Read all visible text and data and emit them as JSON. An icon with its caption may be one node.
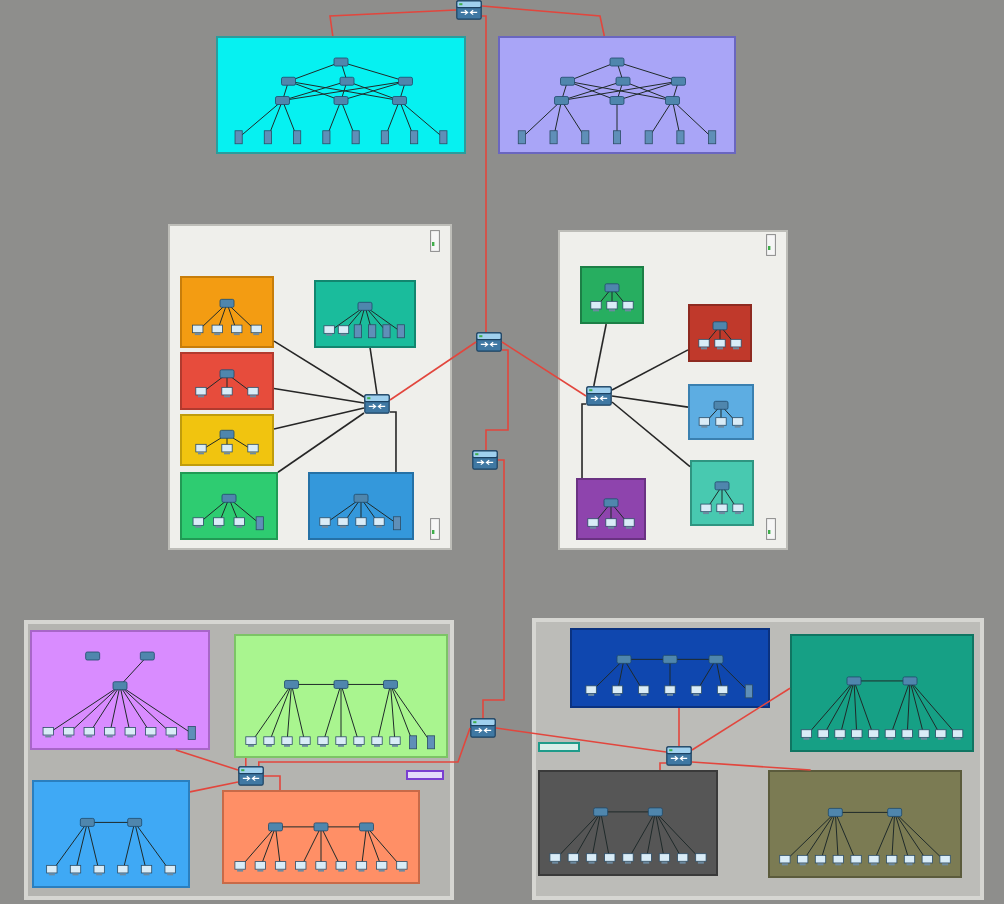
{
  "diagram": {
    "nodes": [
      {
        "text": [],
        "shape": "picture"
      },
      {
        "text": [],
        "shape": "box"
      },
      {
        "text": [],
        "shape": "box"
      },
      {
        "text": [],
        "shape": "box"
      },
      {
        "text": [],
        "shape": "box"
      },
      {
        "text": [],
        "shape": "picture",
        "in": 3
      },
      {
        "text": [],
        "shape": "box",
        "in": 3
      },
      {
        "text": [],
        "shape": "box",
        "in": 3
      },
      {
        "text": [],
        "shape": "box",
        "in": 3
      },
      {
        "text": [],
        "shape": "box",
        "in": 3
      },
      {
        "text": [],
        "shape": "box",
        "in": 3
      },
      {
        "text": [],
        "shape": "box",
        "in": 3
      },
      {
        "text": [],
        "shape": "picture",
        "in": 4
      },
      {
        "text": [],
        "shape": "box",
        "in": 4
      },
      {
        "text": [],
        "shape": "box",
        "in": 4
      },
      {
        "text": [],
        "shape": "box",
        "in": 4
      },
      {
        "text": [],
        "shape": "box",
        "in": 4
      },
      {
        "text": [],
        "shape": "box",
        "in": 4
      },
      {
        "text": [],
        "shape": "picture"
      },
      {
        "text": [],
        "shape": "picture"
      },
      {
        "text": [],
        "shape": "box"
      },
      {
        "text": [],
        "shape": "box",
        "in": 20
      },
      {
        "text": [],
        "shape": "box",
        "in": 20
      },
      {
        "text": [],
        "shape": "box",
        "in": 20
      },
      {
        "text": [],
        "shape": "box",
        "in": 20
      },
      {
        "text": [],
        "shape": "picture",
        "in": 20
      },
      {
        "text": [],
        "shape": "picture"
      },
      {
        "text": [],
        "shape": "box"
      },
      {
        "text": [],
        "shape": "box",
        "in": 27
      },
      {
        "text": [],
        "shape": "box",
        "in": 27
      },
      {
        "text": [],
        "shape": "box",
        "in": 27
      },
      {
        "text": [],
        "shape": "box",
        "in": 27
      },
      {
        "text": [],
        "shape": "picture",
        "in": 27
      },
      {
        "text": [],
        "shape": "box",
        "in": 20
      },
      {
        "text": [],
        "shape": "box",
        "in": 27
      }
    ],
    "edges": [
      {
        "from": 0,
        "to": 1,
        "arrow": "none"
      },
      {
        "from": 0,
        "to": 2,
        "arrow": "none"
      },
      {
        "from": 0,
        "to": 18,
        "arrow": "none"
      },
      {
        "from": 18,
        "to": 19,
        "arrow": "none"
      },
      {
        "from": 19,
        "to": 26,
        "arrow": "none"
      },
      {
        "from": 18,
        "to": 5,
        "arrow": "none"
      },
      {
        "from": 18,
        "to": 12,
        "arrow": "none"
      },
      {
        "from": 26,
        "to": 25,
        "arrow": "none"
      },
      {
        "from": 26,
        "to": 32,
        "arrow": "none"
      },
      {
        "from": 25,
        "to": 21,
        "arrow": "none"
      },
      {
        "from": 25,
        "to": 22,
        "arrow": "none"
      },
      {
        "from": 25,
        "to": 23,
        "arrow": "none"
      },
      {
        "from": 25,
        "to": 24,
        "arrow": "none"
      },
      {
        "from": 32,
        "to": 28,
        "arrow": "none"
      },
      {
        "from": 32,
        "to": 29,
        "arrow": "none"
      },
      {
        "from": 32,
        "to": 30,
        "arrow": "none"
      },
      {
        "from": 32,
        "to": 31,
        "arrow": "none"
      },
      {
        "from": 5,
        "to": 6,
        "arrow": "none",
        "color": "#262626"
      },
      {
        "from": 5,
        "to": 7,
        "arrow": "none",
        "color": "#262626"
      },
      {
        "from": 5,
        "to": 8,
        "arrow": "none",
        "color": "#262626"
      },
      {
        "from": 5,
        "to": 9,
        "arrow": "none",
        "color": "#262626"
      },
      {
        "from": 5,
        "to": 10,
        "arrow": "none",
        "color": "#262626"
      },
      {
        "from": 5,
        "to": 11,
        "arrow": "none",
        "color": "#262626"
      },
      {
        "from": 12,
        "to": 13,
        "arrow": "none",
        "color": "#262626"
      },
      {
        "from": 12,
        "to": 14,
        "arrow": "none",
        "color": "#262626"
      },
      {
        "from": 12,
        "to": 15,
        "arrow": "none",
        "color": "#262626"
      },
      {
        "from": 12,
        "to": 16,
        "arrow": "none",
        "color": "#262626"
      },
      {
        "from": 12,
        "to": 17,
        "arrow": "none",
        "color": "#262626"
      }
    ]
  }
}
